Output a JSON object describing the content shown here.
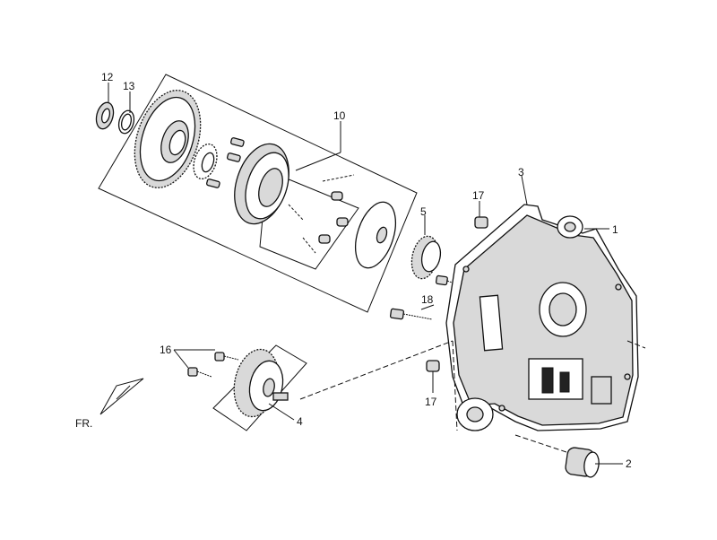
{
  "callouts": {
    "c1": "1",
    "c2": "2",
    "c3": "3",
    "c4": "4",
    "c5": "5",
    "c10": "10",
    "c12": "12",
    "c13": "13",
    "c16": "16",
    "c17a": "17",
    "c17b": "17",
    "c18": "18"
  },
  "direction_label": "FR."
}
